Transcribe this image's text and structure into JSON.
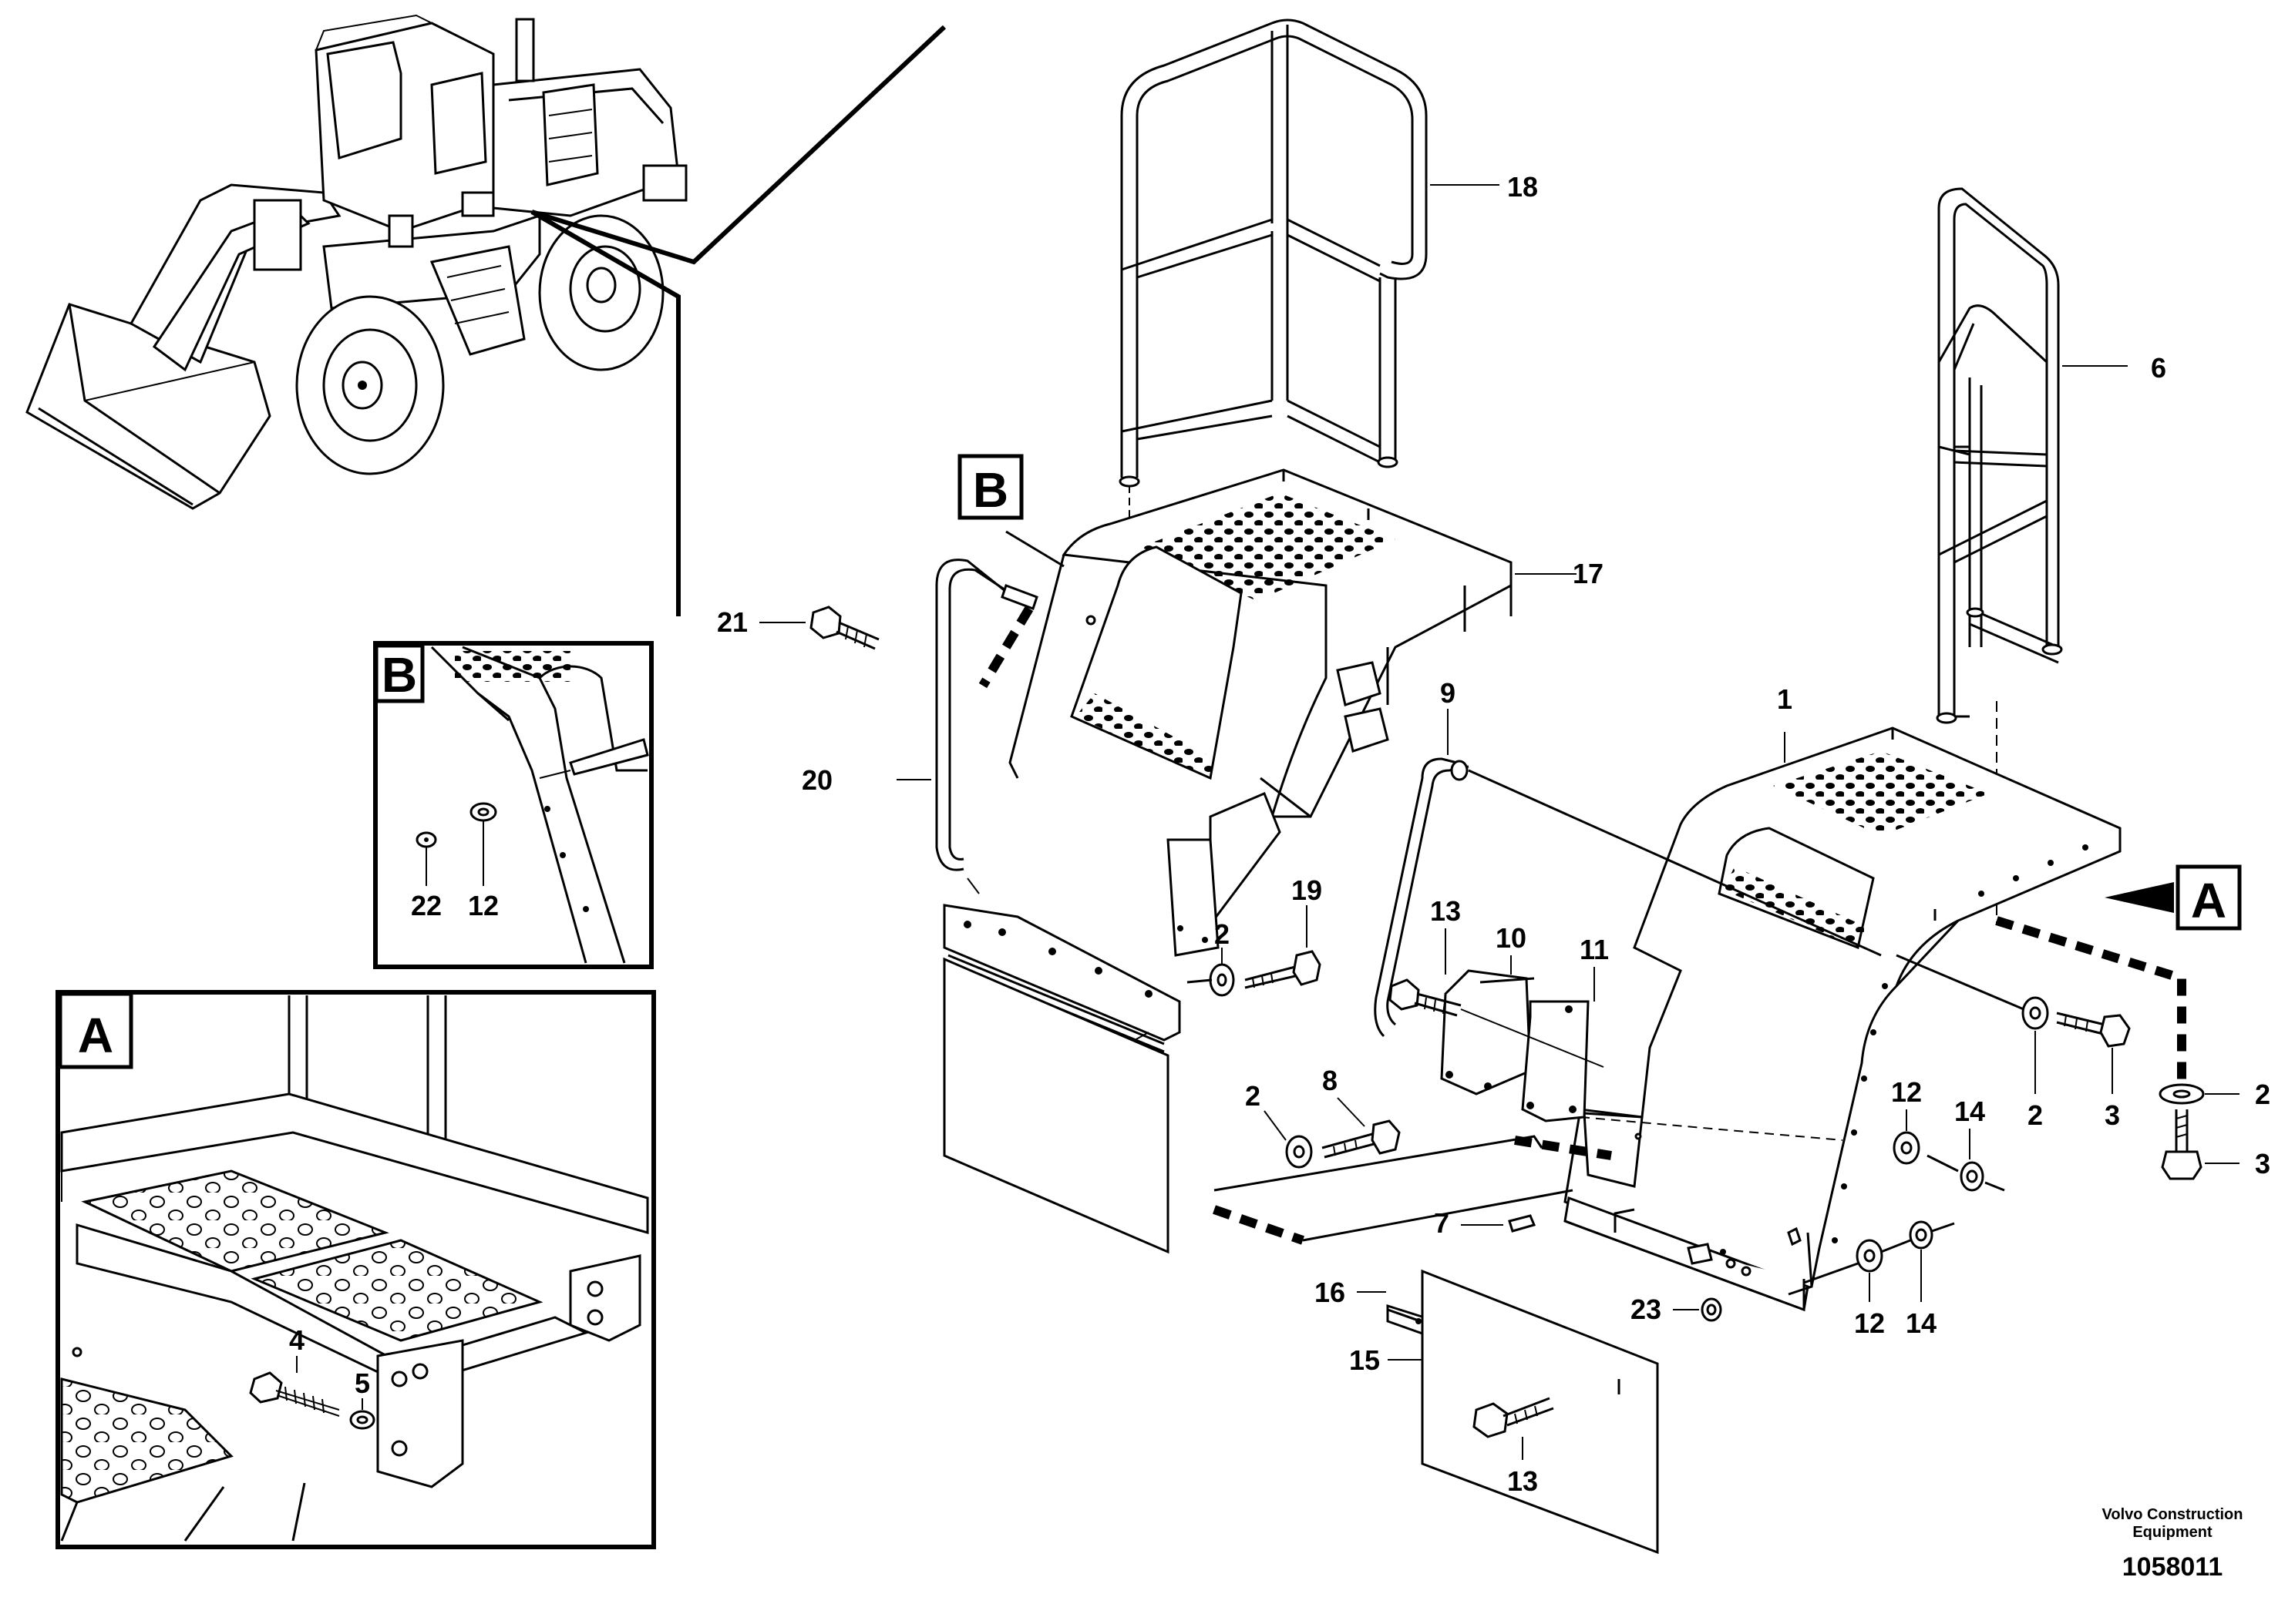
{
  "callouts": {
    "c1": "1",
    "c2a": "2",
    "c2b": "2",
    "c2c": "2",
    "c2d": "2",
    "c3a": "3",
    "c3b": "3",
    "c4": "4",
    "c5": "5",
    "c6": "6",
    "c7": "7",
    "c8": "8",
    "c9": "9",
    "c10": "10",
    "c11": "11",
    "c12a": "12",
    "c12b": "12",
    "c12c": "12",
    "c13a": "13",
    "c13b": "13",
    "c14a": "14",
    "c14b": "14",
    "c15": "15",
    "c16": "16",
    "c17": "17",
    "c18": "18",
    "c19": "19",
    "c20": "20",
    "c21": "21",
    "c22": "22",
    "c23": "23"
  },
  "detail_tags": {
    "a_main": "A",
    "b_main": "B",
    "a_inset": "A",
    "b_inset": "B"
  },
  "footer": {
    "company_line1": "Volvo Construction",
    "company_line2": "Equipment",
    "document_number": "1058011"
  },
  "icons": {
    "overview": "wheel-loader-overview-icon"
  }
}
